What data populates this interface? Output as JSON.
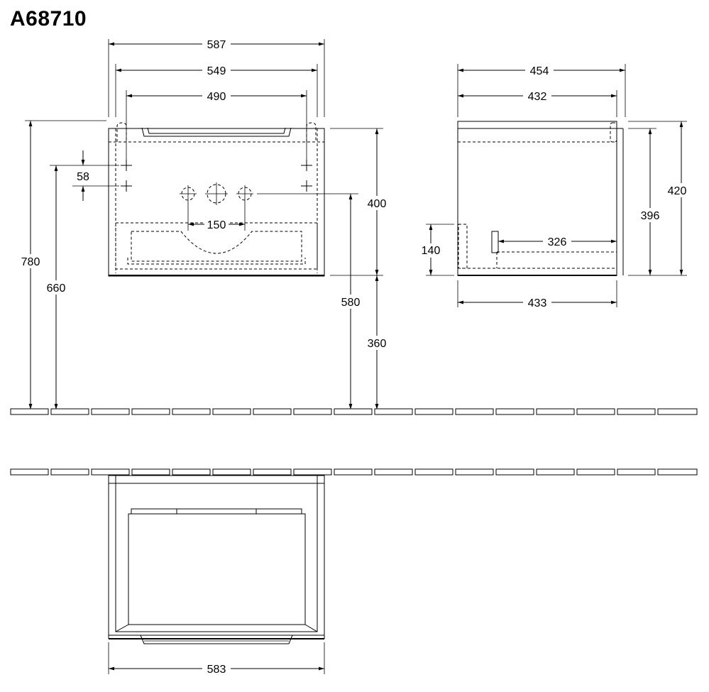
{
  "title": "A68710",
  "front_view": {
    "dims": {
      "overall_width": "587",
      "inner_width": "549",
      "hole_spacing": "490",
      "tap_hole_offset": "58",
      "tap_hole_spacing": "150",
      "cabinet_height": "400",
      "top_edge_height": "780",
      "hole_height": "660",
      "tap_height": "580",
      "bottom_height": "360"
    }
  },
  "side_view": {
    "dims": {
      "overall_depth": "454",
      "inner_depth": "432",
      "overall_height": "420",
      "inner_height": "396",
      "cutout_height": "140",
      "cutout_depth": "326",
      "bottom_depth": "433"
    }
  },
  "plan_view": {
    "dims": {
      "width": "583"
    }
  }
}
